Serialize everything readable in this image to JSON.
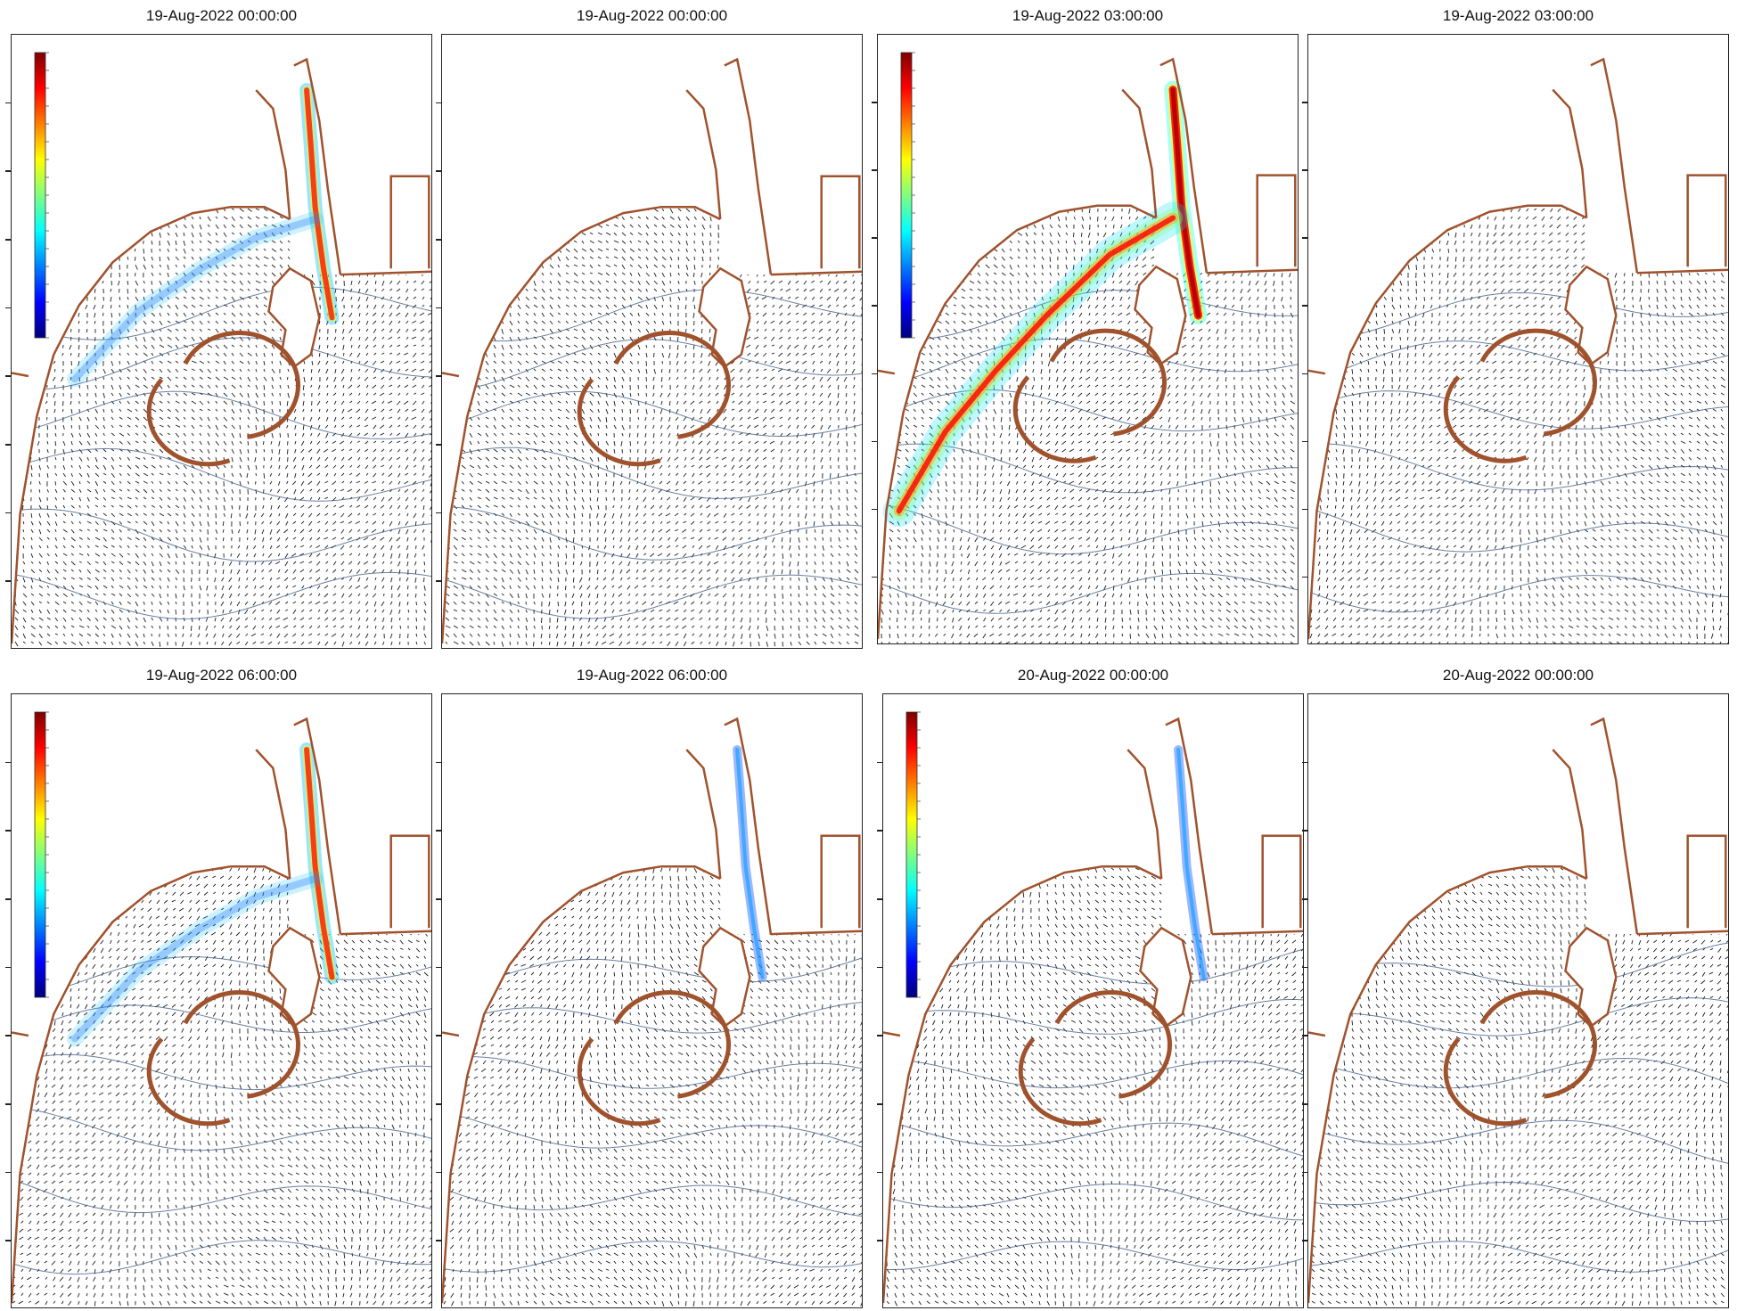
{
  "panels": [
    {
      "title": "19-Aug-2022 00:00:00",
      "colorbar": true,
      "intensity": "high"
    },
    {
      "title": "19-Aug-2022 00:00:00",
      "colorbar": false,
      "intensity": "none"
    },
    {
      "title": "19-Aug-2022 03:00:00",
      "colorbar": true,
      "intensity": "very-high"
    },
    {
      "title": "19-Aug-2022 03:00:00",
      "colorbar": false,
      "intensity": "none"
    },
    {
      "title": "19-Aug-2022 06:00:00",
      "colorbar": true,
      "intensity": "high"
    },
    {
      "title": "19-Aug-2022 06:00:00",
      "colorbar": false,
      "intensity": "low"
    },
    {
      "title": "20-Aug-2022 00:00:00",
      "colorbar": true,
      "intensity": "low"
    },
    {
      "title": "20-Aug-2022 00:00:00",
      "colorbar": false,
      "intensity": "none"
    }
  ],
  "colors": {
    "coastline": "#a0522d",
    "vectors": "#1a1a1a",
    "frame": "#222222",
    "colormap": [
      "#00007f",
      "#0000ff",
      "#007fff",
      "#00ffff",
      "#7fff7f",
      "#ffff00",
      "#ff7f00",
      "#ff0000",
      "#7f0000"
    ]
  },
  "icons": {
    "colorbar": "jet-colorbar",
    "coastline": "coastline-outline",
    "vector-field": "current-vectors"
  }
}
